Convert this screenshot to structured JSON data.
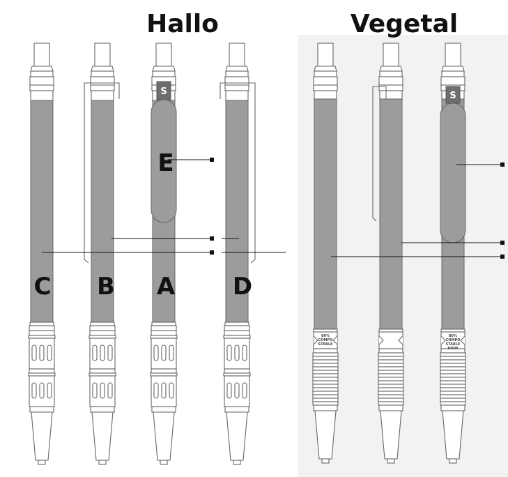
{
  "titles": {
    "left": "Hallo",
    "right": "Vegetal"
  },
  "hallo_labels": {
    "c": "C",
    "b": "B",
    "a": "A",
    "d": "D",
    "e": "E"
  },
  "vegetal_grip_text": {
    "line1": "80%",
    "line2": "COMPO",
    "line3": "STABLE",
    "line4": "BODY"
  },
  "clip_logo": "S",
  "colors": {
    "barrel_gray": "#9c9c9c",
    "outline": "#666666",
    "right_panel_bg": "#f2f2f2"
  }
}
